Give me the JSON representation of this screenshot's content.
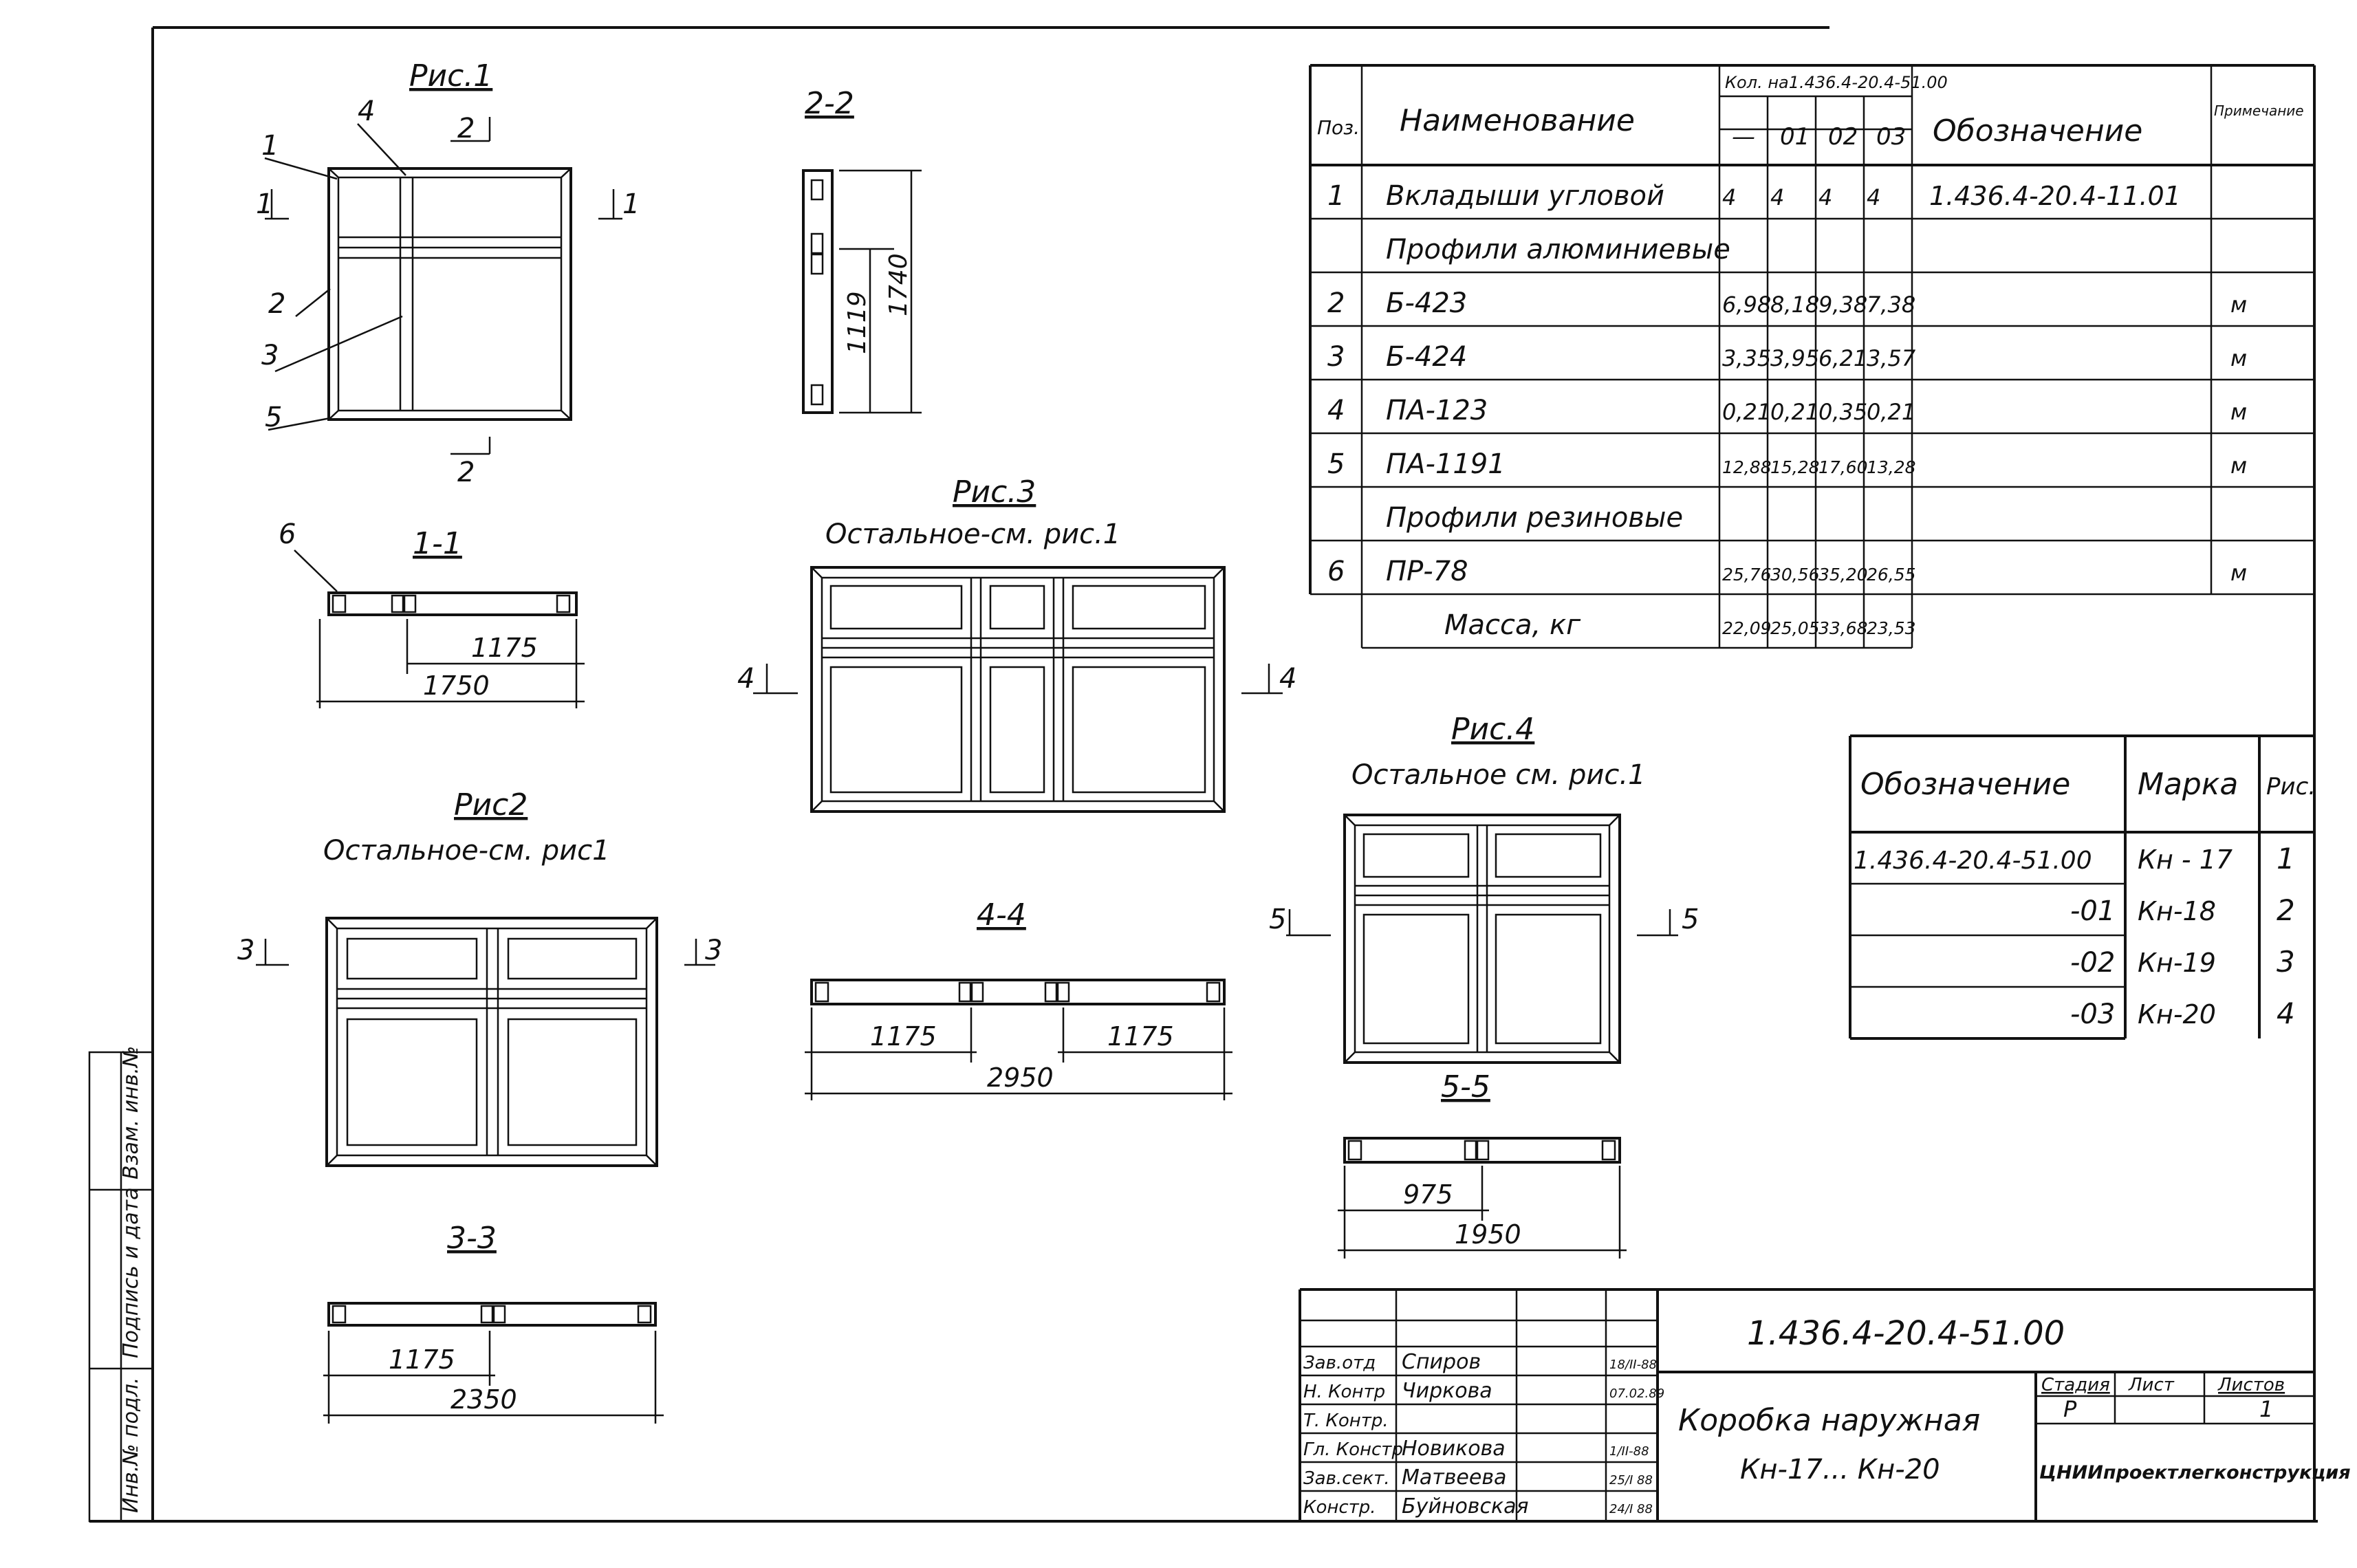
{
  "figures": {
    "fig1": {
      "title": "Рис.1",
      "callouts": [
        "1",
        "2",
        "3",
        "4",
        "5"
      ],
      "cut11": "1",
      "cut22": "2"
    },
    "fig2": {
      "title": "Рис2",
      "note": "Остальное-см. рис1",
      "cut": "3"
    },
    "fig3": {
      "title": "Рис.3",
      "note": "Остальное-см. рис.1",
      "cut": "4"
    },
    "fig4": {
      "title": "Рис.4",
      "note": "Остальное см. рис.1",
      "cut": "5"
    }
  },
  "sections": {
    "s22": {
      "title": "2-2",
      "dims": [
        "1119",
        "1740"
      ]
    },
    "s11": {
      "title": "1-1",
      "callout": "6",
      "dims": [
        "1175",
        "1750"
      ]
    },
    "s33": {
      "title": "3-3",
      "dims": [
        "1175",
        "2350"
      ]
    },
    "s44": {
      "title": "4-4",
      "dims": [
        "1175",
        "1175",
        "2950"
      ]
    },
    "s55": {
      "title": "5-5",
      "dims": [
        "975",
        "1950"
      ]
    }
  },
  "spec": {
    "headers": {
      "pos": "Поз.",
      "name": "Наименование",
      "qty": "Кол. на1.436.4-20.4-51.00",
      "qty_cols": [
        "—",
        "01",
        "02",
        "03"
      ],
      "designation": "Обозначение",
      "note": "Примечание"
    },
    "rows": [
      {
        "pos": "1",
        "name": "Вкладыши угловой",
        "q": [
          "4",
          "4",
          "4",
          "4"
        ],
        "designation": "1.436.4-20.4-11.01",
        "note": ""
      },
      {
        "pos": "",
        "name": "Профили алюминиевые",
        "q": [
          "",
          "",
          "",
          ""
        ],
        "designation": "",
        "note": ""
      },
      {
        "pos": "2",
        "name": "Б-423",
        "q": [
          "6,98",
          "8,18",
          "9,38",
          "7,38"
        ],
        "designation": "",
        "note": "м"
      },
      {
        "pos": "3",
        "name": "Б-424",
        "q": [
          "3,35",
          "3,95",
          "6,21",
          "3,57"
        ],
        "designation": "",
        "note": "м"
      },
      {
        "pos": "4",
        "name": "ПА-123",
        "q": [
          "0,21",
          "0,21",
          "0,35",
          "0,21"
        ],
        "designation": "",
        "note": "м"
      },
      {
        "pos": "5",
        "name": "ПА-1191",
        "q": [
          "12,88",
          "15,28",
          "17,60",
          "13,28"
        ],
        "designation": "",
        "note": "м"
      },
      {
        "pos": "",
        "name": "Профили резиновые",
        "q": [
          "",
          "",
          "",
          ""
        ],
        "designation": "",
        "note": ""
      },
      {
        "pos": "6",
        "name": "ПР-78",
        "q": [
          "25,76",
          "30,56",
          "35,20",
          "26,55"
        ],
        "designation": "",
        "note": "м"
      },
      {
        "pos": "",
        "name": "Масса, кг",
        "q": [
          "22,09",
          "25,05",
          "33,68",
          "23,53"
        ],
        "designation": "",
        "note": ""
      }
    ]
  },
  "variants": {
    "headers": {
      "designation": "Обозначение",
      "mark": "Марка",
      "fig": "Рис."
    },
    "rows": [
      {
        "designation": "1.436.4-20.4-51.00",
        "mark": "Кн - 17",
        "fig": "1"
      },
      {
        "designation": "-01",
        "mark": "Кн-18",
        "fig": "2"
      },
      {
        "designation": "-02",
        "mark": "Кн-19",
        "fig": "3"
      },
      {
        "designation": "-03",
        "mark": "Кн-20",
        "fig": "4"
      }
    ]
  },
  "title_block": {
    "doc_number": "1.436.4-20.4-51.00",
    "title_line1": "Коробка наружная",
    "title_line2": "Кн-17... Кн-20",
    "stage_label": "Стадия",
    "sheet_label": "Лист",
    "sheets_label": "Листов",
    "stage": "Р",
    "sheets": "1",
    "org": "ЦНИИпроектлегконструкция",
    "people": [
      {
        "role": "Зав.отд",
        "name": "Спиров",
        "date": "18/II-88"
      },
      {
        "role": "Н. Контр",
        "name": "Чиркова",
        "date": "07.02.89"
      },
      {
        "role": "Т. Контр.",
        "name": "",
        "date": ""
      },
      {
        "role": "Гл. Констр",
        "name": "Новикова",
        "date": "1/II-88"
      },
      {
        "role": "Зав.сект.",
        "name": "Матвеева",
        "date": "25/I 88"
      },
      {
        "role": "Констр.",
        "name": "Буйновская",
        "date": "24/I 88"
      }
    ]
  },
  "side_stamp": [
    "Инв.№ подл.",
    "Подпись и дата",
    "Взам. инв.№"
  ]
}
